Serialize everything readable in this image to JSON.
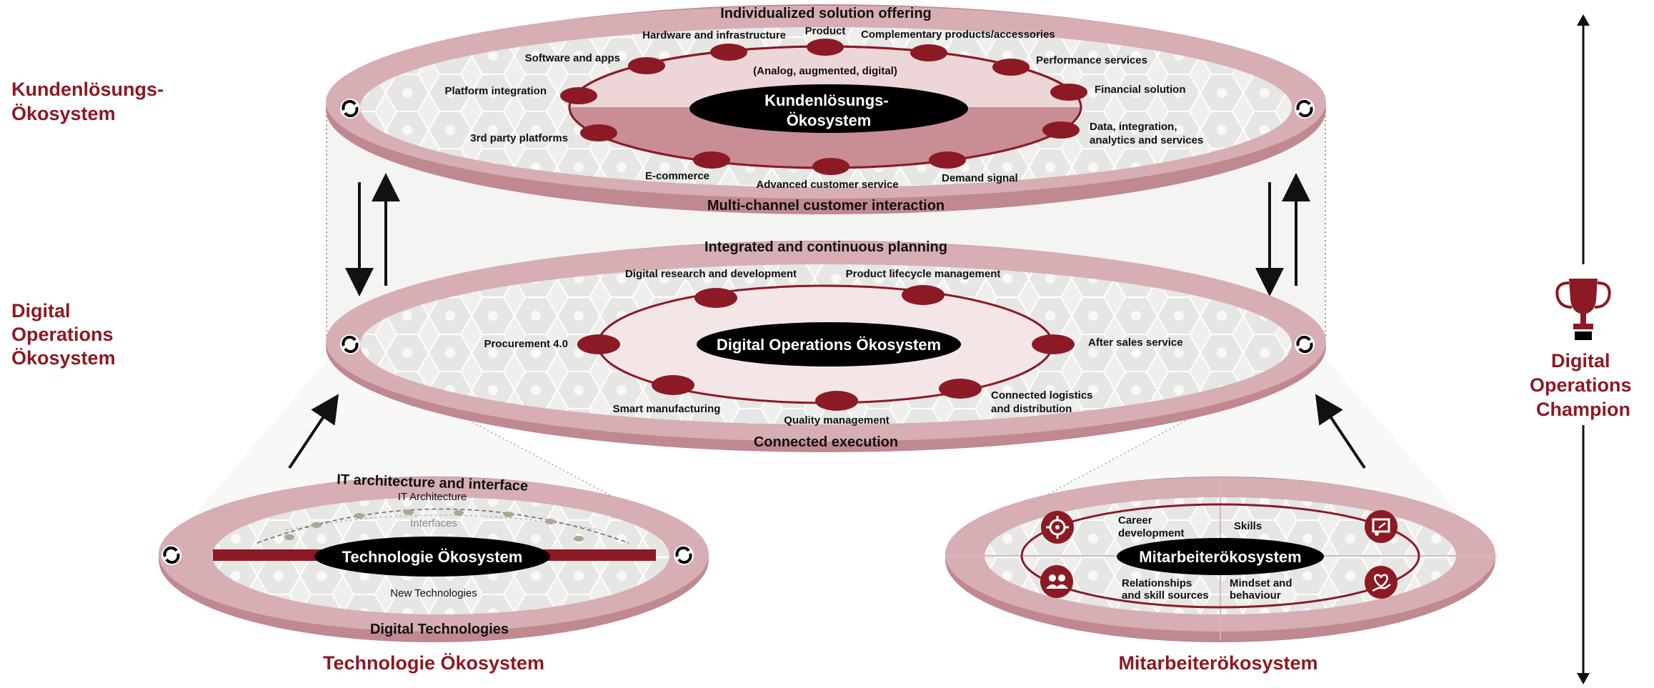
{
  "colors": {
    "accent": "#8b1a24",
    "ring": "#cf9ca2",
    "ring_dark": "#c08890",
    "inner_pink": "#ecd6d8",
    "background_gray": "#eeeeec",
    "label_black": "#000000"
  },
  "side_labels": {
    "customer": [
      "Kundenlösungs-",
      "Ökosystem"
    ],
    "operations": [
      "Digital",
      "Operations",
      "Ökosystem"
    ],
    "champion": [
      "Digital",
      "Operations",
      "Champion"
    ],
    "technology_bottom": "Technologie Ökosystem",
    "employee_bottom": "Mitarbeiterökosystem"
  },
  "customer_ecosystem": {
    "top_label": "Individualized solution offering",
    "bottom_label": "Multi-channel customer interaction",
    "center": [
      "Kundenlösungs-",
      "Ökosystem"
    ],
    "subtitle": "(Analog, augmented, digital)",
    "nodes": [
      "Product",
      "Hardware and infrastructure",
      "Complementary products/accessories",
      "Software and apps",
      "Performance services",
      "Platform integration",
      "Financial solution",
      "3rd party platforms",
      [
        "Data, integration,",
        "analytics and services"
      ],
      "E-commerce",
      "Advanced customer service",
      "Demand signal"
    ]
  },
  "operations_ecosystem": {
    "top_label": "Integrated and continuous planning",
    "bottom_label": "Connected execution",
    "center": "Digital Operations Ökosystem",
    "nodes": [
      "Digital research and development",
      "Product lifecycle management",
      "Procurement 4.0",
      "After sales service",
      "Smart manufacturing",
      "Quality management",
      [
        "Connected logistics",
        "and distribution"
      ]
    ]
  },
  "technology_ecosystem": {
    "top_label": "IT architecture and interface",
    "bottom_label": "Digital Technologies",
    "center": "Technologie Ökosystem",
    "it_architecture": "IT Architecture",
    "interfaces": "Interfaces",
    "new_technologies": "New Technologies"
  },
  "employee_ecosystem": {
    "center": "Mitarbeiterökosystem",
    "quadrants": [
      [
        "Career",
        "development"
      ],
      [
        "Skills"
      ],
      [
        "Relationships",
        "and skill sources"
      ],
      [
        "Mindset and",
        "behaviour"
      ]
    ],
    "icons": [
      "target-icon",
      "presentation-icon",
      "people-icon",
      "heart-hand-icon"
    ]
  }
}
